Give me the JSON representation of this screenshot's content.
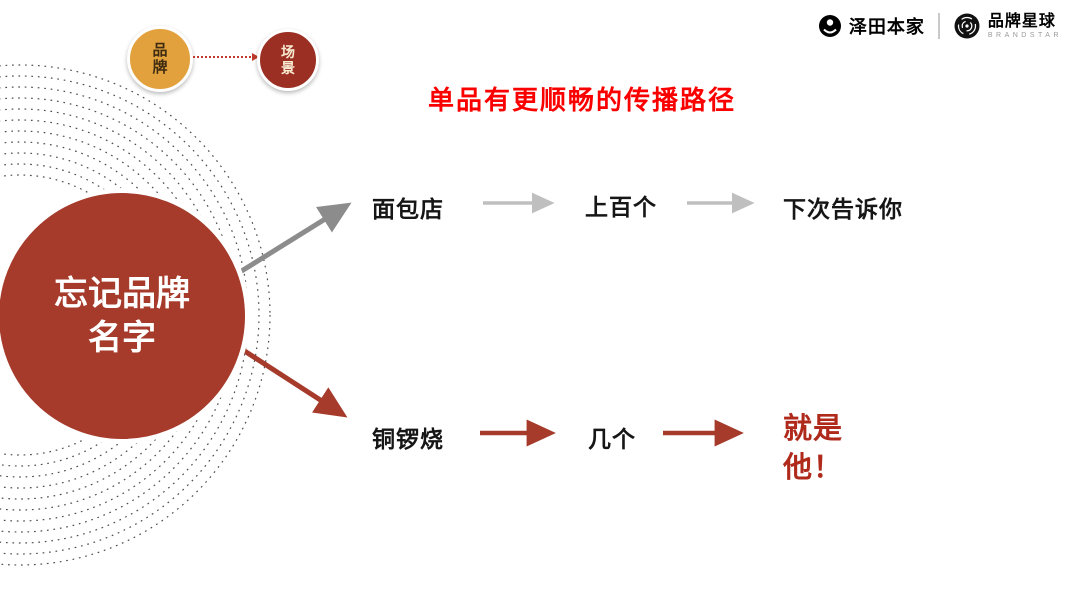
{
  "header": {
    "badge": {
      "left_label": "品牌",
      "right_label": "场景"
    },
    "logos": {
      "zetian_label": "泽田本家",
      "brandstar_label": "品牌星球",
      "brandstar_sub": "BRANDSTAR"
    },
    "title": "单品有更顺畅的传播路径"
  },
  "main": {
    "circle_label": "忘记品牌\n名字",
    "path_top": {
      "steps": [
        "面包店",
        "上百个",
        "下次告诉你"
      ]
    },
    "path_bottom": {
      "steps": [
        "铜锣烧",
        "几个",
        "就是\n他！"
      ]
    }
  },
  "colors": {
    "accent_red": "#a63a2b",
    "title_red": "#fa0100",
    "arrow_gray": "#8c8c8c",
    "arrow_light_gray": "#bfbfbf",
    "badge_orange": "#e2a13c",
    "badge_dark_red": "#9c2f23"
  }
}
